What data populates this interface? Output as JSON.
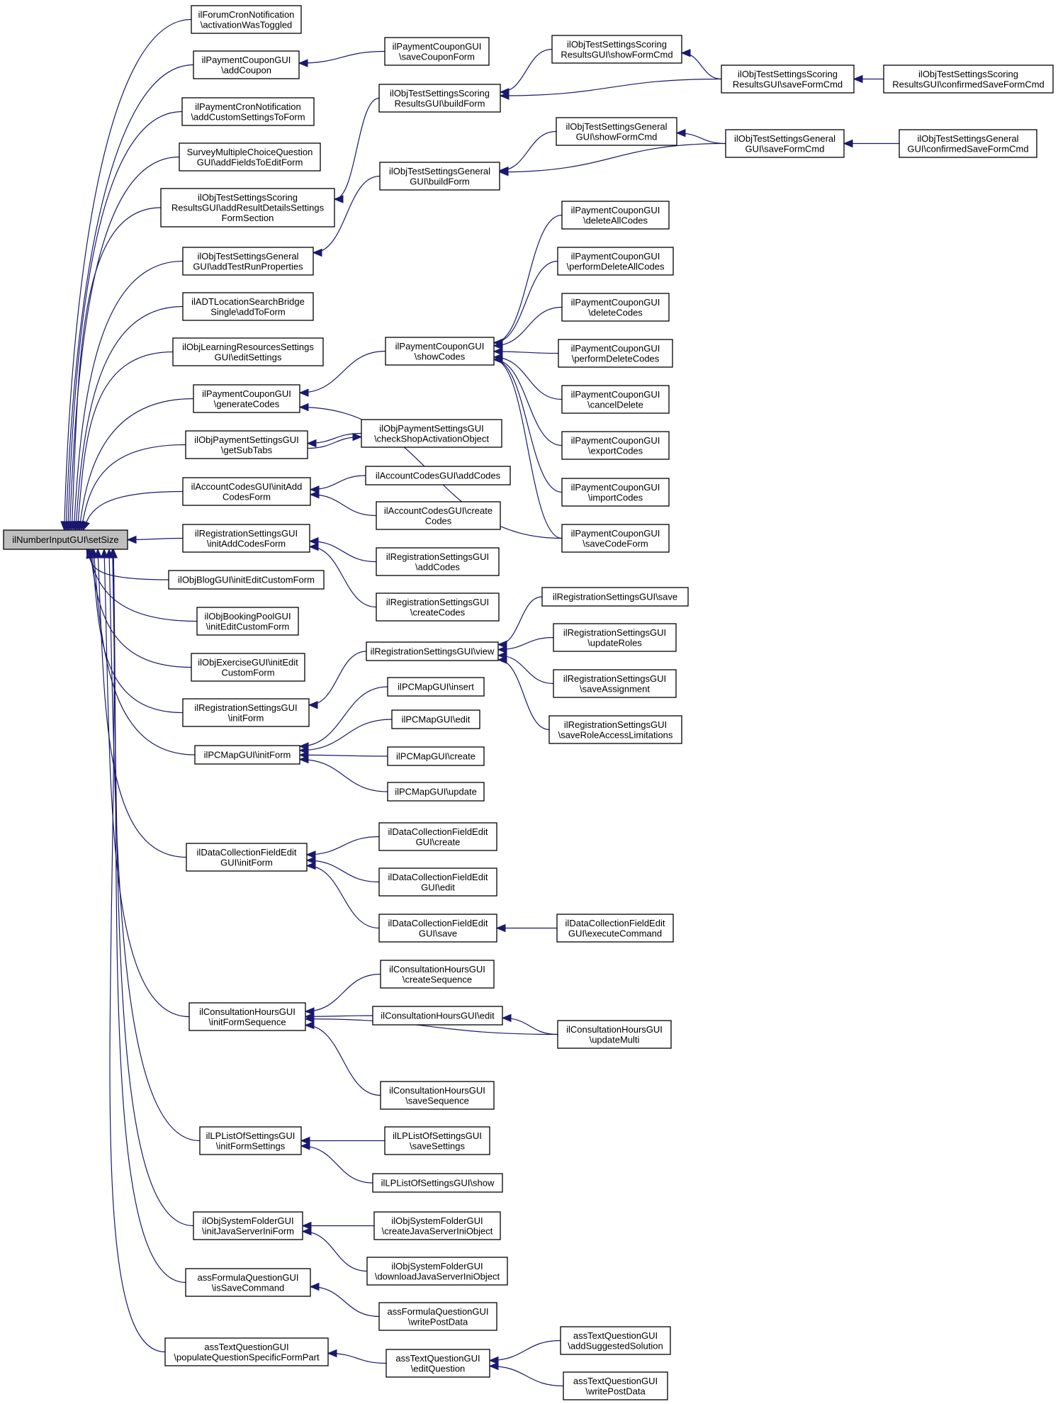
{
  "diagram": {
    "type": "call-graph",
    "root": "setSize",
    "colors": {
      "edge": "#191970",
      "root_fill": "#bfbfbf",
      "node_fill": "#ffffff",
      "node_border": "#000000"
    },
    "nodes": [
      {
        "id": "setSize",
        "lines": [
          "ilNumberInputGUI\\setSize"
        ]
      },
      {
        "id": "forumCron",
        "lines": [
          "ilForumCronNotification",
          "\\activationWasToggled"
        ]
      },
      {
        "id": "addCoupon",
        "lines": [
          "ilPaymentCouponGUI",
          "\\addCoupon"
        ]
      },
      {
        "id": "saveCouponForm",
        "lines": [
          "ilPaymentCouponGUI",
          "\\saveCouponForm"
        ]
      },
      {
        "id": "payCron",
        "lines": [
          "ilPaymentCronNotification",
          "\\addCustomSettingsToForm"
        ]
      },
      {
        "id": "surveyMC",
        "lines": [
          "SurveyMultipleChoiceQuestion",
          "GUI\\addFieldsToEditForm"
        ]
      },
      {
        "id": "scoringAddResult",
        "lines": [
          "ilObjTestSettingsScoring",
          "ResultsGUI\\addResultDetailsSettings",
          "FormSection"
        ]
      },
      {
        "id": "scoringBuildForm",
        "lines": [
          "ilObjTestSettingsScoring",
          "ResultsGUI\\buildForm"
        ]
      },
      {
        "id": "scoringShowFormCmd",
        "lines": [
          "ilObjTestSettingsScoring",
          "ResultsGUI\\showFormCmd"
        ]
      },
      {
        "id": "scoringSaveFormCmd",
        "lines": [
          "ilObjTestSettingsScoring",
          "ResultsGUI\\saveFormCmd"
        ]
      },
      {
        "id": "scoringConfirmed",
        "lines": [
          "ilObjTestSettingsScoring",
          "ResultsGUI\\confirmedSaveFormCmd"
        ]
      },
      {
        "id": "generalAddTestRun",
        "lines": [
          "ilObjTestSettingsGeneral",
          "GUI\\addTestRunProperties"
        ]
      },
      {
        "id": "generalBuildForm",
        "lines": [
          "ilObjTestSettingsGeneral",
          "GUI\\buildForm"
        ]
      },
      {
        "id": "generalShowFormCmd",
        "lines": [
          "ilObjTestSettingsGeneral",
          "GUI\\showFormCmd"
        ]
      },
      {
        "id": "generalSaveFormCmd",
        "lines": [
          "ilObjTestSettingsGeneral",
          "GUI\\saveFormCmd"
        ]
      },
      {
        "id": "generalConfirmed",
        "lines": [
          "ilObjTestSettingsGeneral",
          "GUI\\confirmedSaveFormCmd"
        ]
      },
      {
        "id": "adtLocation",
        "lines": [
          "ilADTLocationSearchBridge",
          "Single\\addToForm"
        ]
      },
      {
        "id": "learnRes",
        "lines": [
          "ilObjLearningResourcesSettings",
          "GUI\\editSettings"
        ]
      },
      {
        "id": "generateCodes",
        "lines": [
          "ilPaymentCouponGUI",
          "\\generateCodes"
        ]
      },
      {
        "id": "showCodes",
        "lines": [
          "ilPaymentCouponGUI",
          "\\showCodes"
        ]
      },
      {
        "id": "deleteAllCodes",
        "lines": [
          "ilPaymentCouponGUI",
          "\\deleteAllCodes"
        ]
      },
      {
        "id": "performDeleteAllCodes",
        "lines": [
          "ilPaymentCouponGUI",
          "\\performDeleteAllCodes"
        ]
      },
      {
        "id": "deleteCodes",
        "lines": [
          "ilPaymentCouponGUI",
          "\\deleteCodes"
        ]
      },
      {
        "id": "performDeleteCodes",
        "lines": [
          "ilPaymentCouponGUI",
          "\\performDeleteCodes"
        ]
      },
      {
        "id": "cancelDelete",
        "lines": [
          "ilPaymentCouponGUI",
          "\\cancelDelete"
        ]
      },
      {
        "id": "exportCodes",
        "lines": [
          "ilPaymentCouponGUI",
          "\\exportCodes"
        ]
      },
      {
        "id": "importCodes",
        "lines": [
          "ilPaymentCouponGUI",
          "\\importCodes"
        ]
      },
      {
        "id": "saveCodeForm",
        "lines": [
          "ilPaymentCouponGUI",
          "\\saveCodeForm"
        ]
      },
      {
        "id": "getSubTabs",
        "lines": [
          "ilObjPaymentSettingsGUI",
          "\\getSubTabs"
        ]
      },
      {
        "id": "checkShop",
        "lines": [
          "ilObjPaymentSettingsGUI",
          "\\checkShopActivationObject"
        ]
      },
      {
        "id": "accInitAdd",
        "lines": [
          "ilAccountCodesGUI\\initAdd",
          "CodesForm"
        ]
      },
      {
        "id": "accAddCodes",
        "lines": [
          "ilAccountCodesGUI\\addCodes"
        ]
      },
      {
        "id": "accCreateCodes",
        "lines": [
          "ilAccountCodesGUI\\create",
          "Codes"
        ]
      },
      {
        "id": "regInitAdd",
        "lines": [
          "ilRegistrationSettingsGUI",
          "\\initAddCodesForm"
        ]
      },
      {
        "id": "regAddCodes",
        "lines": [
          "ilRegistrationSettingsGUI",
          "\\addCodes"
        ]
      },
      {
        "id": "regCreateCodes",
        "lines": [
          "ilRegistrationSettingsGUI",
          "\\createCodes"
        ]
      },
      {
        "id": "blogInit",
        "lines": [
          "ilObjBlogGUI\\initEditCustomForm"
        ]
      },
      {
        "id": "bookingInit",
        "lines": [
          "ilObjBookingPoolGUI",
          "\\initEditCustomForm"
        ]
      },
      {
        "id": "exerciseInit",
        "lines": [
          "ilObjExerciseGUI\\initEdit",
          "CustomForm"
        ]
      },
      {
        "id": "regInitForm",
        "lines": [
          "ilRegistrationSettingsGUI",
          "\\initForm"
        ]
      },
      {
        "id": "regView",
        "lines": [
          "ilRegistrationSettingsGUI\\view"
        ]
      },
      {
        "id": "regSave",
        "lines": [
          "ilRegistrationSettingsGUI\\save"
        ]
      },
      {
        "id": "regUpdateRoles",
        "lines": [
          "ilRegistrationSettingsGUI",
          "\\updateRoles"
        ]
      },
      {
        "id": "regSaveAssignment",
        "lines": [
          "ilRegistrationSettingsGUI",
          "\\saveAssignment"
        ]
      },
      {
        "id": "regSaveRoleAccess",
        "lines": [
          "ilRegistrationSettingsGUI",
          "\\saveRoleAccessLimitations"
        ]
      },
      {
        "id": "pcInitForm",
        "lines": [
          "ilPCMapGUI\\initForm"
        ]
      },
      {
        "id": "pcInsert",
        "lines": [
          "ilPCMapGUI\\insert"
        ]
      },
      {
        "id": "pcEdit",
        "lines": [
          "ilPCMapGUI\\edit"
        ]
      },
      {
        "id": "pcCreate",
        "lines": [
          "ilPCMapGUI\\create"
        ]
      },
      {
        "id": "pcUpdate",
        "lines": [
          "ilPCMapGUI\\update"
        ]
      },
      {
        "id": "dcInitForm",
        "lines": [
          "ilDataCollectionFieldEdit",
          "GUI\\initForm"
        ]
      },
      {
        "id": "dcCreate",
        "lines": [
          "ilDataCollectionFieldEdit",
          "GUI\\create"
        ]
      },
      {
        "id": "dcEdit",
        "lines": [
          "ilDataCollectionFieldEdit",
          "GUI\\edit"
        ]
      },
      {
        "id": "dcSave",
        "lines": [
          "ilDataCollectionFieldEdit",
          "GUI\\save"
        ]
      },
      {
        "id": "dcExecute",
        "lines": [
          "ilDataCollectionFieldEdit",
          "GUI\\executeCommand"
        ]
      },
      {
        "id": "chInitSeq",
        "lines": [
          "ilConsultationHoursGUI",
          "\\initFormSequence"
        ]
      },
      {
        "id": "chCreateSeq",
        "lines": [
          "ilConsultationHoursGUI",
          "\\createSequence"
        ]
      },
      {
        "id": "chEdit",
        "lines": [
          "ilConsultationHoursGUI\\edit"
        ]
      },
      {
        "id": "chUpdateMulti",
        "lines": [
          "ilConsultationHoursGUI",
          "\\updateMulti"
        ]
      },
      {
        "id": "chSaveSeq",
        "lines": [
          "ilConsultationHoursGUI",
          "\\saveSequence"
        ]
      },
      {
        "id": "lpInit",
        "lines": [
          "ilLPListOfSettingsGUI",
          "\\initFormSettings"
        ]
      },
      {
        "id": "lpSave",
        "lines": [
          "ilLPListOfSettingsGUI",
          "\\saveSettings"
        ]
      },
      {
        "id": "lpShow",
        "lines": [
          "ilLPListOfSettingsGUI\\show"
        ]
      },
      {
        "id": "sfInit",
        "lines": [
          "ilObjSystemFolderGUI",
          "\\initJavaServerIniForm"
        ]
      },
      {
        "id": "sfCreate",
        "lines": [
          "ilObjSystemFolderGUI",
          "\\createJavaServerIniObject"
        ]
      },
      {
        "id": "sfDownload",
        "lines": [
          "ilObjSystemFolderGUI",
          "\\downloadJavaServerIniObject"
        ]
      },
      {
        "id": "afIsSave",
        "lines": [
          "assFormulaQuestionGUI",
          "\\isSaveCommand"
        ]
      },
      {
        "id": "afWrite",
        "lines": [
          "assFormulaQuestionGUI",
          "\\writePostData"
        ]
      },
      {
        "id": "atPopulate",
        "lines": [
          "assTextQuestionGUI",
          "\\populateQuestionSpecificFormPart"
        ]
      },
      {
        "id": "atEditQ",
        "lines": [
          "assTextQuestionGUI",
          "\\editQuestion"
        ]
      },
      {
        "id": "atAddSugg",
        "lines": [
          "assTextQuestionGUI",
          "\\addSuggestedSolution"
        ]
      },
      {
        "id": "atWrite",
        "lines": [
          "assTextQuestionGUI",
          "\\writePostData"
        ]
      }
    ],
    "edges": [
      [
        "forumCron",
        "setSize"
      ],
      [
        "addCoupon",
        "setSize"
      ],
      [
        "payCron",
        "setSize"
      ],
      [
        "surveyMC",
        "setSize"
      ],
      [
        "scoringAddResult",
        "setSize"
      ],
      [
        "generalAddTestRun",
        "setSize"
      ],
      [
        "adtLocation",
        "setSize"
      ],
      [
        "learnRes",
        "setSize"
      ],
      [
        "generateCodes",
        "setSize"
      ],
      [
        "getSubTabs",
        "setSize"
      ],
      [
        "accInitAdd",
        "setSize"
      ],
      [
        "regInitAdd",
        "setSize"
      ],
      [
        "blogInit",
        "setSize"
      ],
      [
        "bookingInit",
        "setSize"
      ],
      [
        "exerciseInit",
        "setSize"
      ],
      [
        "regInitForm",
        "setSize"
      ],
      [
        "pcInitForm",
        "setSize"
      ],
      [
        "dcInitForm",
        "setSize"
      ],
      [
        "chInitSeq",
        "setSize"
      ],
      [
        "lpInit",
        "setSize"
      ],
      [
        "sfInit",
        "setSize"
      ],
      [
        "afIsSave",
        "setSize"
      ],
      [
        "atPopulate",
        "setSize"
      ],
      [
        "saveCouponForm",
        "addCoupon"
      ],
      [
        "scoringBuildForm",
        "scoringAddResult"
      ],
      [
        "scoringShowFormCmd",
        "scoringBuildForm"
      ],
      [
        "scoringSaveFormCmd",
        "scoringBuildForm"
      ],
      [
        "scoringSaveFormCmd",
        "scoringShowFormCmd"
      ],
      [
        "scoringConfirmed",
        "scoringSaveFormCmd"
      ],
      [
        "generalBuildForm",
        "generalAddTestRun"
      ],
      [
        "generalShowFormCmd",
        "generalBuildForm"
      ],
      [
        "generalSaveFormCmd",
        "generalBuildForm"
      ],
      [
        "generalSaveFormCmd",
        "generalShowFormCmd"
      ],
      [
        "generalConfirmed",
        "generalSaveFormCmd"
      ],
      [
        "showCodes",
        "generateCodes"
      ],
      [
        "saveCodeForm",
        "generateCodes"
      ],
      [
        "deleteAllCodes",
        "showCodes"
      ],
      [
        "performDeleteAllCodes",
        "showCodes"
      ],
      [
        "deleteCodes",
        "showCodes"
      ],
      [
        "performDeleteCodes",
        "showCodes"
      ],
      [
        "cancelDelete",
        "showCodes"
      ],
      [
        "exportCodes",
        "showCodes"
      ],
      [
        "importCodes",
        "showCodes"
      ],
      [
        "saveCodeForm",
        "showCodes"
      ],
      [
        "checkShop",
        "getSubTabs"
      ],
      [
        "getSubTabs",
        "checkShop"
      ],
      [
        "accAddCodes",
        "accInitAdd"
      ],
      [
        "accCreateCodes",
        "accInitAdd"
      ],
      [
        "regAddCodes",
        "regInitAdd"
      ],
      [
        "regCreateCodes",
        "regInitAdd"
      ],
      [
        "regView",
        "regInitForm"
      ],
      [
        "regSave",
        "regView"
      ],
      [
        "regUpdateRoles",
        "regView"
      ],
      [
        "regSaveAssignment",
        "regView"
      ],
      [
        "regSaveRoleAccess",
        "regView"
      ],
      [
        "pcInsert",
        "pcInitForm"
      ],
      [
        "pcEdit",
        "pcInitForm"
      ],
      [
        "pcCreate",
        "pcInitForm"
      ],
      [
        "pcUpdate",
        "pcInitForm"
      ],
      [
        "dcCreate",
        "dcInitForm"
      ],
      [
        "dcEdit",
        "dcInitForm"
      ],
      [
        "dcSave",
        "dcInitForm"
      ],
      [
        "dcExecute",
        "dcSave"
      ],
      [
        "chCreateSeq",
        "chInitSeq"
      ],
      [
        "chEdit",
        "chInitSeq"
      ],
      [
        "chUpdateMulti",
        "chInitSeq"
      ],
      [
        "chUpdateMulti",
        "chEdit"
      ],
      [
        "chSaveSeq",
        "chInitSeq"
      ],
      [
        "lpSave",
        "lpInit"
      ],
      [
        "lpShow",
        "lpInit"
      ],
      [
        "sfCreate",
        "sfInit"
      ],
      [
        "sfDownload",
        "sfInit"
      ],
      [
        "afWrite",
        "afIsSave"
      ],
      [
        "atEditQ",
        "atPopulate"
      ],
      [
        "atAddSugg",
        "atEditQ"
      ],
      [
        "atWrite",
        "atEditQ"
      ]
    ]
  }
}
